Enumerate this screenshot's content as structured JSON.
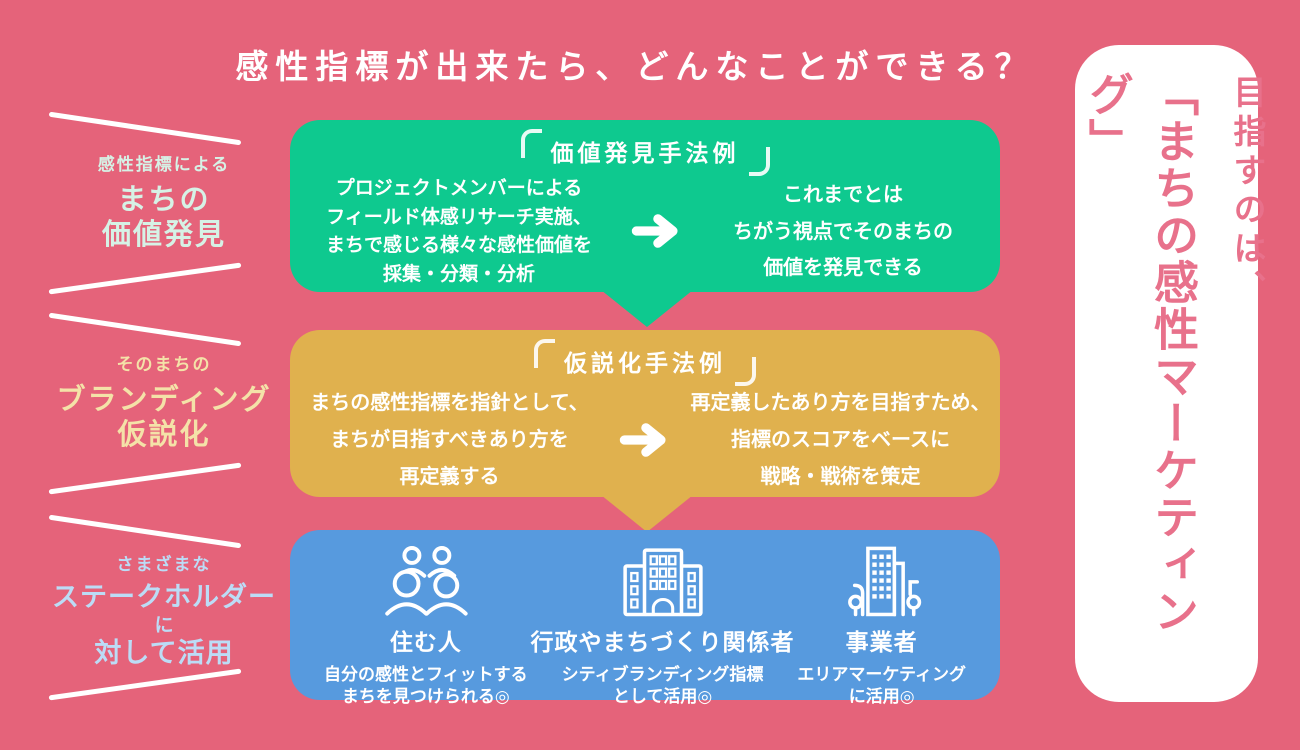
{
  "page": {
    "title": "感性指標が出来たら、どんなことができる？"
  },
  "colors": {
    "background_pink": "#e5637a",
    "value_box_green": "#0ec98f",
    "hypothesis_box_yellow": "#e0b14e",
    "stakeholder_box_blue": "#579ade",
    "label_mint": "#d6f2e6",
    "label_cream": "#f4e2a8",
    "label_light_blue": "#bcdcf6",
    "panel_text_pink": "#e8718b",
    "panel_background": "#ffffff",
    "text_white": "#ffffff"
  },
  "left_labels": [
    {
      "eyebrow": "感性指標による",
      "lines": [
        "まちの",
        "価値発見"
      ]
    },
    {
      "eyebrow": "そのまちの",
      "lines": [
        "ブランディング",
        "仮説化"
      ]
    },
    {
      "eyebrow": "さまざまな",
      "lines": [
        "ステークホルダー",
        "に",
        "対して活用"
      ]
    }
  ],
  "boxes": [
    {
      "title": "価値発見手法例",
      "left_lines": [
        "プロジェクトメンバーによる",
        "フィールド体感リサーチ実施、",
        "まちで感じる様々な感性価値を",
        "採集・分類・分析"
      ],
      "right_lines": [
        "これまでとは",
        "ちがう視点でそのまちの",
        "価値を発見できる"
      ]
    },
    {
      "title": "仮説化手法例",
      "left_lines": [
        "まちの感性指標を指針として、",
        "まちが目指すべきあり方を",
        "再定義する"
      ],
      "right_lines": [
        "再定義したあり方を目指すため、",
        "指標のスコアをベースに",
        "戦略・戦術を策定"
      ]
    }
  ],
  "stakeholders": [
    {
      "icon": "people-group-icon",
      "name": "住む人",
      "desc_lines": [
        "自分の感性とフィットする",
        "まちを見つけられる◎"
      ]
    },
    {
      "icon": "city-hall-icon",
      "name": "行政やまちづくり関係者",
      "desc_lines": [
        "シティブランディング指標",
        "として活用◎"
      ]
    },
    {
      "icon": "office-building-icon",
      "name": "事業者",
      "desc_lines": [
        "エリアマーケティング",
        "に活用◎"
      ]
    }
  ],
  "goal_panel": {
    "lead": "目指すのは、",
    "main": "「まちの感性マーケティング」"
  }
}
